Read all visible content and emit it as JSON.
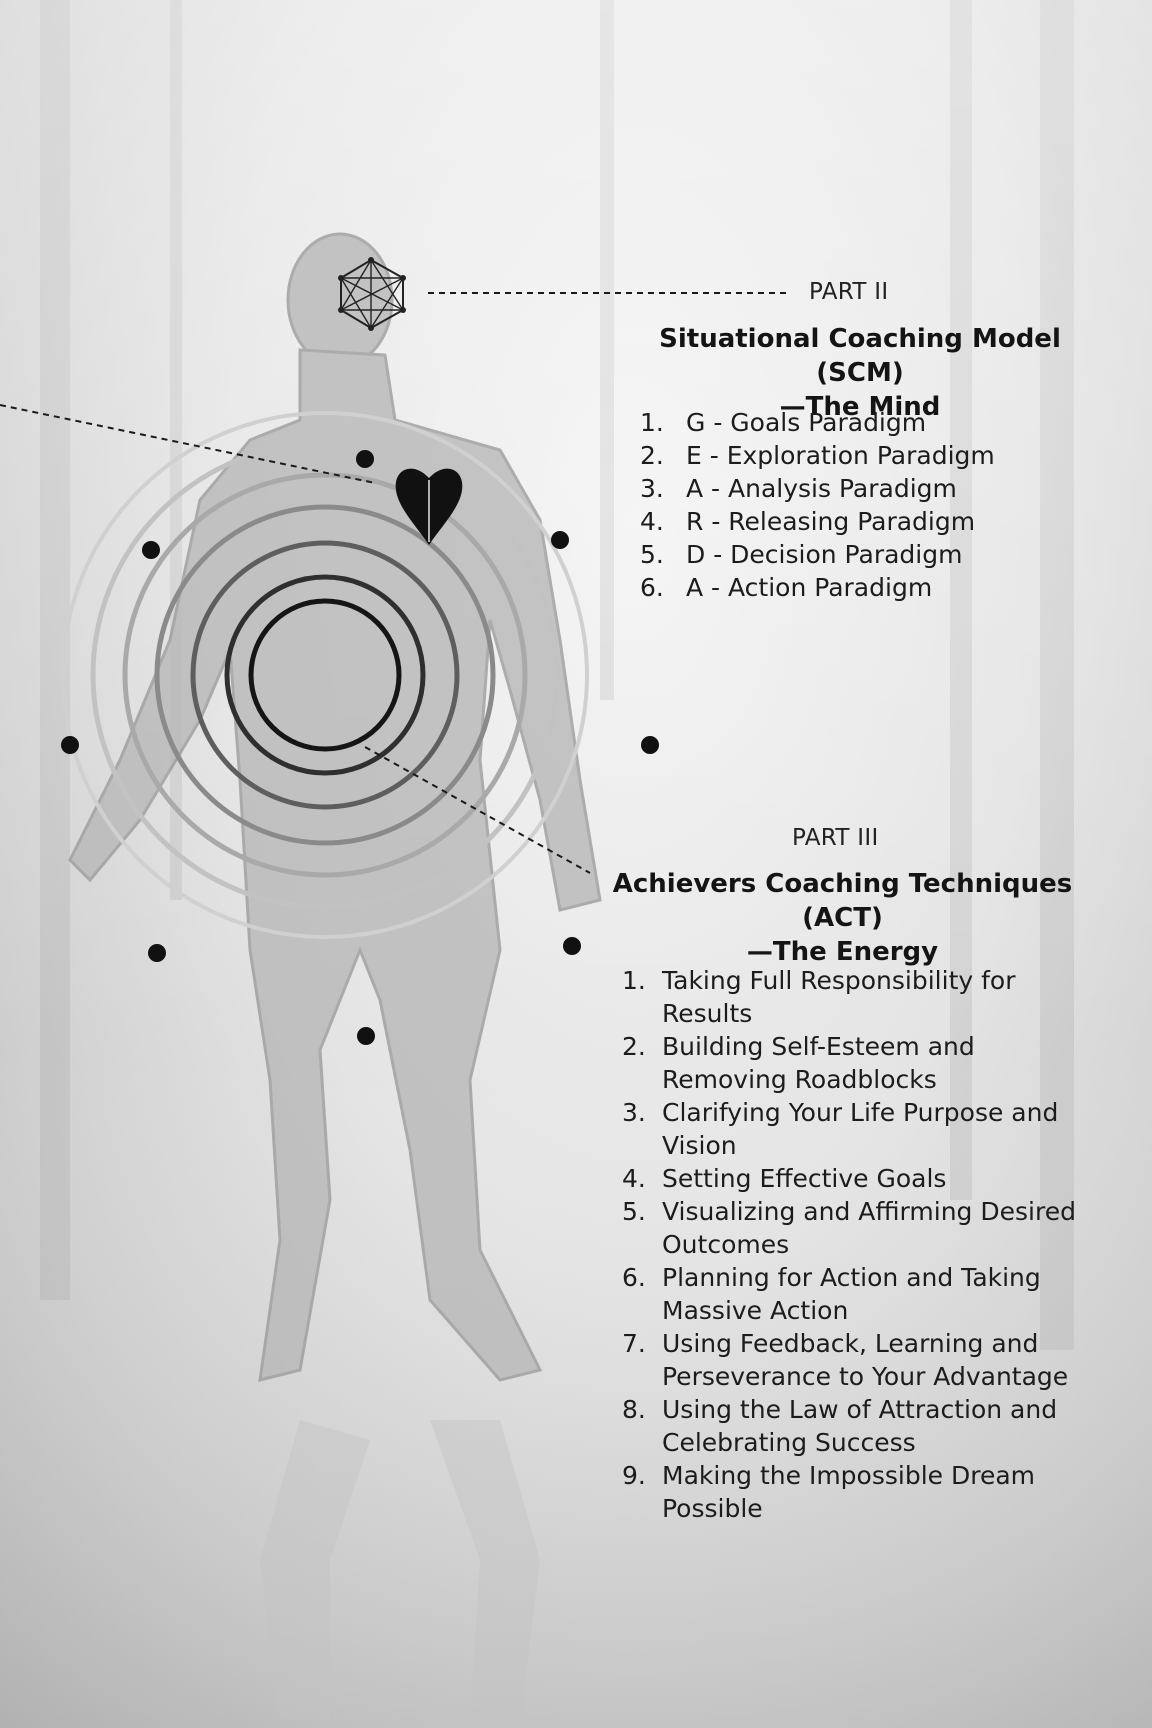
{
  "part2": {
    "label": "PART II",
    "title_line1": "Situational Coaching Model (SCM)",
    "title_line2": "—The Mind",
    "items": [
      {
        "num": "1.",
        "text": "G - Goals Paradigm"
      },
      {
        "num": "2.",
        "text": "E -  Exploration Paradigm"
      },
      {
        "num": "3.",
        "text": "A - Analysis Paradigm"
      },
      {
        "num": "4.",
        "text": "R - Releasing Paradigm"
      },
      {
        "num": "5.",
        "text": "D - Decision Paradigm"
      },
      {
        "num": "6.",
        "text": "A - Action Paradigm"
      }
    ]
  },
  "part3": {
    "label": "PART III",
    "title_line1": "Achievers Coaching Techniques (ACT)",
    "title_line2": "—The Energy",
    "items": [
      {
        "num": "1.",
        "text": "Taking Full Responsibility for Results"
      },
      {
        "num": "2.",
        "text": "Building Self-Esteem and Removing Roadblocks"
      },
      {
        "num": "3.",
        "text": "Clarifying Your Life Purpose and Vision"
      },
      {
        "num": "4.",
        "text": "Setting Effective Goals"
      },
      {
        "num": "5.",
        "text": "Visualizing and Affirming Desired Outcomes"
      },
      {
        "num": "6.",
        "text": "Planning for Action and Taking Massive Action"
      },
      {
        "num": "7.",
        "text": "Using Feedback, Learning and Perseverance to Your Advantage"
      },
      {
        "num": "8.",
        "text": "Using the Law of Attraction and Celebrating Success"
      },
      {
        "num": "9.",
        "text": "Making the Impossible Dream Possible"
      }
    ]
  },
  "diagram": {
    "head_icon": "mind-network-icon",
    "heart_icon": "heart-icon",
    "rings_icon": "energy-rings",
    "ring_count": 7,
    "dot_count": 8
  }
}
